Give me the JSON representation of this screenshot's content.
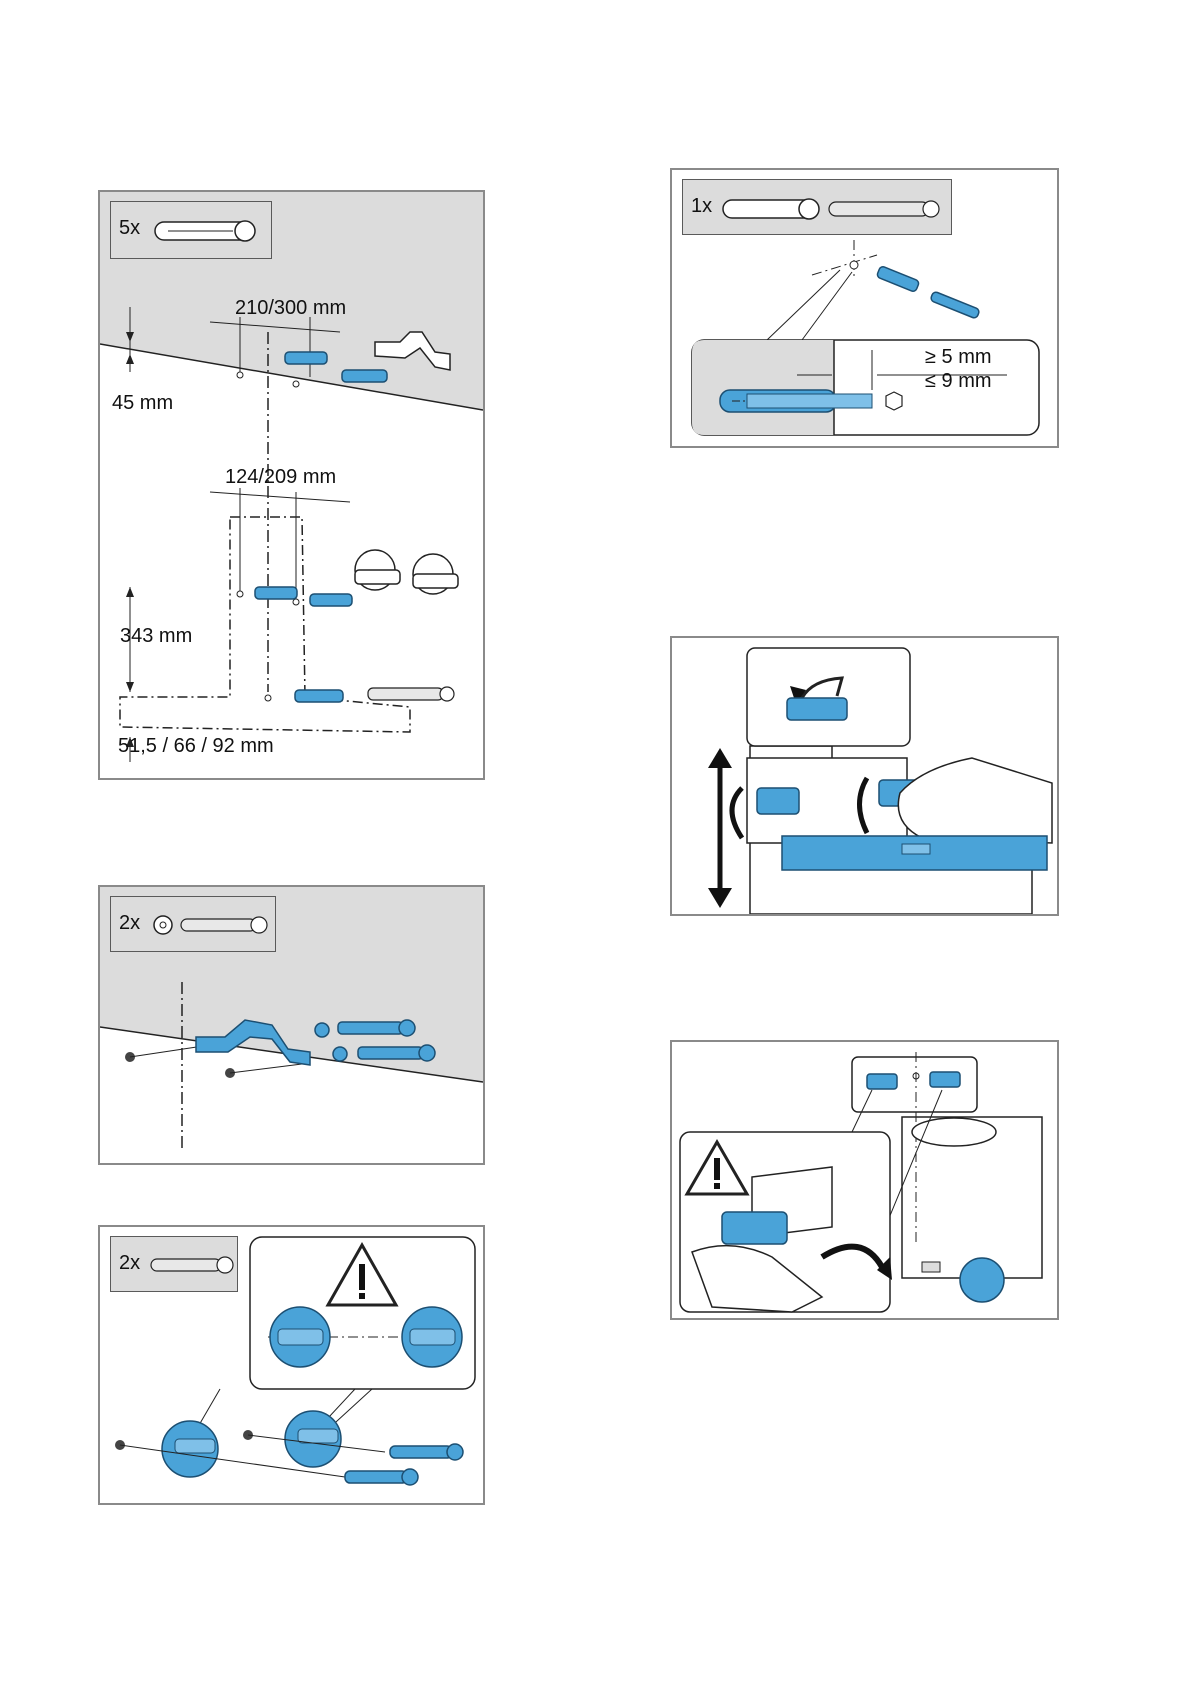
{
  "panels": {
    "dowels": {
      "quantity": "5x",
      "dim_horizontal_top": "210/300 mm",
      "dim_vertical_top": "45 mm",
      "dim_horizontal_mid": "124/209 mm",
      "dim_vertical_mid": "343 mm",
      "dim_bottom": "51,5 / 66 / 92 mm"
    },
    "bracket": {
      "quantity": "2x"
    },
    "mounts": {
      "quantity": "2x"
    },
    "anchor": {
      "quantity": "1x",
      "dim_min": "≥ 5 mm",
      "dim_max": "≤ 9 mm"
    },
    "leveling": {},
    "tightening": {}
  },
  "colors": {
    "part_blue": "#4aa3d8",
    "wall_grey": "#dcdcdc",
    "frame_grey": "#8a8a8a"
  }
}
